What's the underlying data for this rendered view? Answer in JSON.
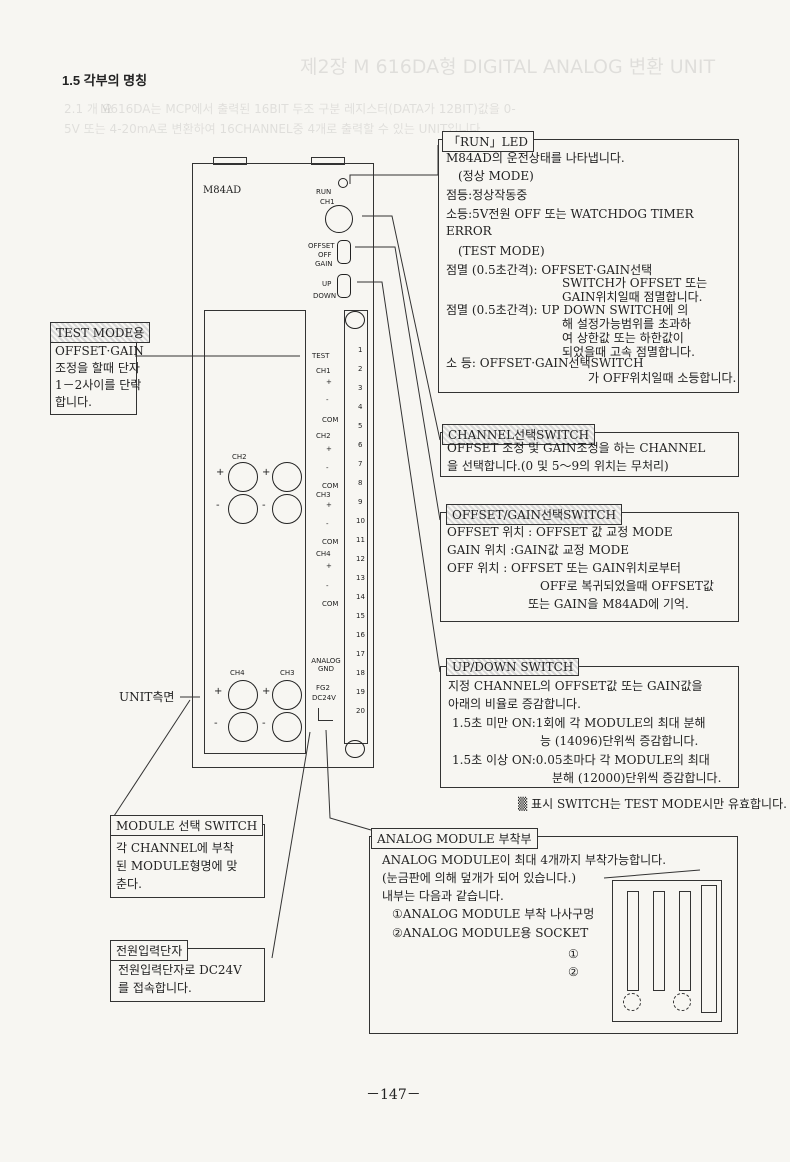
{
  "bleed": {
    "header": "제2장 M 616DA형 DIGITAL ANALOG 변환 UNIT",
    "line1": "2.1 개 요",
    "line2": "M616DA는 MCP에서 출력된 16BIT 두조 구분 레지스터(DATA가 12BIT)값을 0-",
    "line3": "5V 또는 4-20mA로 변환하여 16CHANNEL중 4개로 출력할 수 있는 UNIT입니다."
  },
  "section_title": "1.5  각부의 명칭",
  "unit": {
    "model": "M84AD",
    "run": "RUN",
    "ch1": "CH1",
    "offset": "OFFSET",
    "off": "OFF",
    "gain": "GAIN",
    "up": "UP",
    "down": "DOWN",
    "test": "TEST",
    "side_label": "UNIT측면",
    "terminal_labels": [
      "CH1",
      "+",
      "-",
      "COM",
      "CH2",
      "+",
      "-",
      "COM",
      "CH3",
      "+",
      "-",
      "COM",
      "CH4",
      "+",
      "-",
      "COM",
      "ANALOG GND",
      "FG2",
      "DC24V"
    ],
    "terminal_numbers": [
      "1",
      "2",
      "3",
      "4",
      "5",
      "6",
      "7",
      "8",
      "9",
      "10",
      "11",
      "12",
      "13",
      "14",
      "15",
      "16",
      "17",
      "18",
      "19",
      "20"
    ],
    "socket_labels": {
      "ch2": "CH2",
      "ch4": "CH4",
      "ch3": "CH3"
    },
    "plus": "+",
    "minus": "-"
  },
  "run_led": {
    "title": "「RUN」LED",
    "lines": [
      "M84AD의 운전상태를 나타냅니다.",
      "(정상 MODE)",
      "점등:정상작동중",
      "소등:5V전원 OFF 또는  WATCHDOG TIMER",
      "ERROR",
      "(TEST MODE)",
      "점멸 (0.5초간격):  OFFSET·GAIN선택",
      "SWITCH가 OFFSET 또는",
      "GAIN위치일때 점멸합니다.",
      "점멸 (0.5초간격):  UP DOWN SWITCH에 의",
      "해 설정가능범위를 초과하",
      "여 상한값 또는 하한값이",
      "되었을때 고속 점멸합니다.",
      "소          등:  OFFSET·GAIN선택SWITCH",
      "가 OFF위치일때 소등합니다."
    ]
  },
  "test_mode": {
    "title": "TEST MODE용",
    "lines": [
      "OFFSET·GAIN",
      "조정을 할때 단자",
      "1－2사이를 단락",
      "합니다."
    ]
  },
  "channel_switch": {
    "title": "CHANNEL선택SWITCH",
    "lines": [
      "OFFSET 조정 및 GAIN조정을 하는 CHANNEL",
      "을 선택합니다.(0 및 5～9의 위치는 무처리)"
    ]
  },
  "offset_gain_switch": {
    "title": "OFFSET/GAIN선택SWITCH",
    "lines": [
      "OFFSET 위치 : OFFSET 값 교정 MODE",
      "GAIN    위치 :GAIN값 교정 MODE",
      "OFF      위치 : OFFSET 또는 GAIN위치로부터",
      "OFF로 복귀되었을때 OFFSET값",
      "또는 GAIN을  M84AD에 기억."
    ]
  },
  "updown_switch": {
    "title": "UP/DOWN SWITCH",
    "lines": [
      "지정 CHANNEL의 OFFSET값 또는 GAIN값을",
      "아래의 비율로 증감합니다.",
      "1.5초 미만 ON:1회에 각 MODULE의 최대 분해",
      "능  (14096)단위씩 증감합니다.",
      "1.5초 이상 ON:0.05초마다 각 MODULE의 최대",
      "분해 (12000)단위씩 증감합니다."
    ]
  },
  "note": "▒ 표시 SWITCH는 TEST MODE시만 유효합니다.",
  "module_switch": {
    "title": "MODULE 선택 SWITCH",
    "lines": [
      "각 CHANNEL에 부착",
      "된 MODULE형명에 맞",
      "춘다."
    ]
  },
  "analog_module": {
    "title": "ANALOG MODULE 부착부",
    "lines": [
      "ANALOG MODULE이 최대 4개까지 부착가능합니다.",
      "(눈금판에 의해 덮개가 되어 있습니다.)",
      "내부는 다음과 같습니다.",
      "①ANALOG MODULE 부착 나사구멍",
      "②ANALOG MODULE용 SOCKET"
    ],
    "mark1": "①",
    "mark2": "②"
  },
  "power_terminal": {
    "title": "전원입력단자",
    "lines": [
      "전원입력단자로 DC24V",
      "를 접속합니다."
    ]
  },
  "page_number": "－147－"
}
